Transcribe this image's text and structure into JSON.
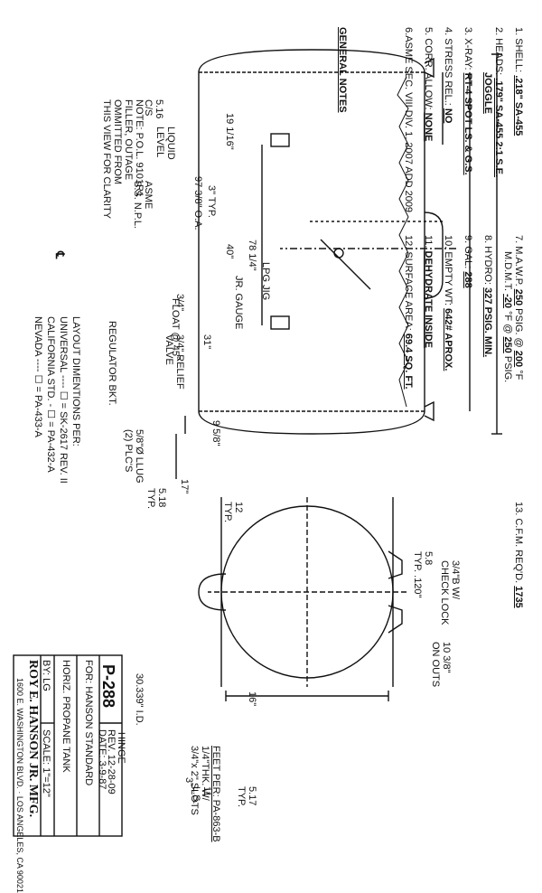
{
  "general_notes": {
    "title": "GENERAL NOTES",
    "left": [
      {
        "num": "1.",
        "label": "SHELL:",
        "value": ".218\" SA-455"
      },
      {
        "num": "2.",
        "label": "HEADS:",
        "value": ".179\" SA-455 2:1 S.E.",
        "value2": "JOGGLE"
      },
      {
        "num": "3.",
        "label": "X-RAY:",
        "value": "RT-4 SPOT LS. & G.S."
      },
      {
        "num": "4.",
        "label": "STRESS REL.:",
        "value": "NO"
      },
      {
        "num": "5.",
        "label": "CORR. ALLOW:",
        "value": "NONE"
      },
      {
        "num": "6.",
        "label": "ASME SEC. VIII DIV. 1, 2007 ADD 2009",
        "value": ""
      }
    ],
    "right": [
      {
        "num": "7.",
        "label": "M.A.W.P.",
        "value": "250",
        "suffix": "PSIG. @",
        "value_b": "200",
        "suffix_b": "°F"
      },
      {
        "num": "",
        "label": "M.D.M.T.",
        "value": "-20",
        "suffix": "°F @",
        "value_b": "250",
        "suffix_b": "PSIG."
      },
      {
        "num": "8.",
        "label": "HYDRO:",
        "value": "327 PSIG. MIN."
      },
      {
        "num": "9.",
        "label": "GAL:",
        "value": "288"
      },
      {
        "num": "10.",
        "label": "EMPTY WT:",
        "value": "642# APROX."
      },
      {
        "num": "11.",
        "label": "DEHYDRATE INSIDE",
        "value": ""
      },
      {
        "num": "12.",
        "label": "SURFACE AREA:",
        "value": "69.4 SQ. FT."
      }
    ],
    "cfm": {
      "num": "13.",
      "label": "C.F.M. REQ'D.",
      "value": "1735"
    }
  },
  "top_note": [
    "NOTE: P.O.L. 9101R1",
    "FILLER, OUTAGE",
    "OMMITTED FROM",
    "THIS VIEW FOR CLARITY"
  ],
  "layout_note": {
    "header": "LAYOUT DIMENTIONS PER:",
    "rows": [
      {
        "label": "UNIVERSAL",
        "value": "= SK-2617 REV. II"
      },
      {
        "label": "CALIFORNIA STD.",
        "value": "= PA-432-A"
      },
      {
        "label": "NEVADA",
        "value": "= PA-433-A"
      }
    ]
  },
  "labels": {
    "liquid_level": [
      "LIQUID",
      "LEVEL"
    ],
    "asme_snpl": [
      "ASME",
      "S.S. N.P.L."
    ],
    "weld_516_cs": [
      "5.16",
      "C/S"
    ],
    "centerline": "℄",
    "relief_valve": [
      "3/4\" RELIEF",
      "VALVE"
    ],
    "regulator_bkt": "REGULATOR BKT.",
    "float": "FLOAT @ 45°",
    "jr_gauge": "JR. GAUGE",
    "lpg_jig": "LPG JIG",
    "typ_3": "3\" TYP.",
    "dim_19": "19 1/16\"",
    "dim_40": "40\"",
    "dim_78": "78 1/4\"",
    "dim_97": "97 3/8\" O.A.",
    "dim_31": "31\"",
    "dim_34": "3/4\"",
    "dim_9": "9 5/8\"",
    "dim_17": "17\"",
    "lug": [
      "5/8\"Ø LLUG",
      "(2) PLC'S"
    ],
    "weld_518": [
      "5.18",
      "TYP."
    ],
    "weld_12": [
      "12",
      "TYP."
    ],
    "weld_58": [
      "5.8",
      "TYP. .120\""
    ],
    "check_lock": [
      "3/4\"B W/",
      "CHECK LOCK"
    ],
    "on_outs": [
      "10 3/8\"",
      "ON OUTS"
    ],
    "dim_16": "16\"",
    "dim_3034": "30.339\" I.D.",
    "hinge": "HINGE",
    "feet": [
      "FEET PER: PA-863-B",
      "1/4\"THK. W/",
      "3/4\"x 2\" SLOTS"
    ],
    "weld_517": [
      "5.17",
      "TYP."
    ],
    "weld_ls": [
      "11",
      "L.S."
    ],
    "dim_3": "3\""
  },
  "title_block": {
    "part": "P-288",
    "rev": "REV. 12-28-09",
    "date": "DATE: 3-9-87",
    "for": "FOR: HANSON STANDARD",
    "desc": "HORIZ. PROPANE TANK",
    "by": "BY: LG",
    "scale": "SCALE: 1\"=12\"",
    "company": "ROY E. HANSON JR. MFG.",
    "address1": "1600 E. WASHINGTON BLVD.",
    "address2": "LOS ANGELES, CA 90021"
  }
}
